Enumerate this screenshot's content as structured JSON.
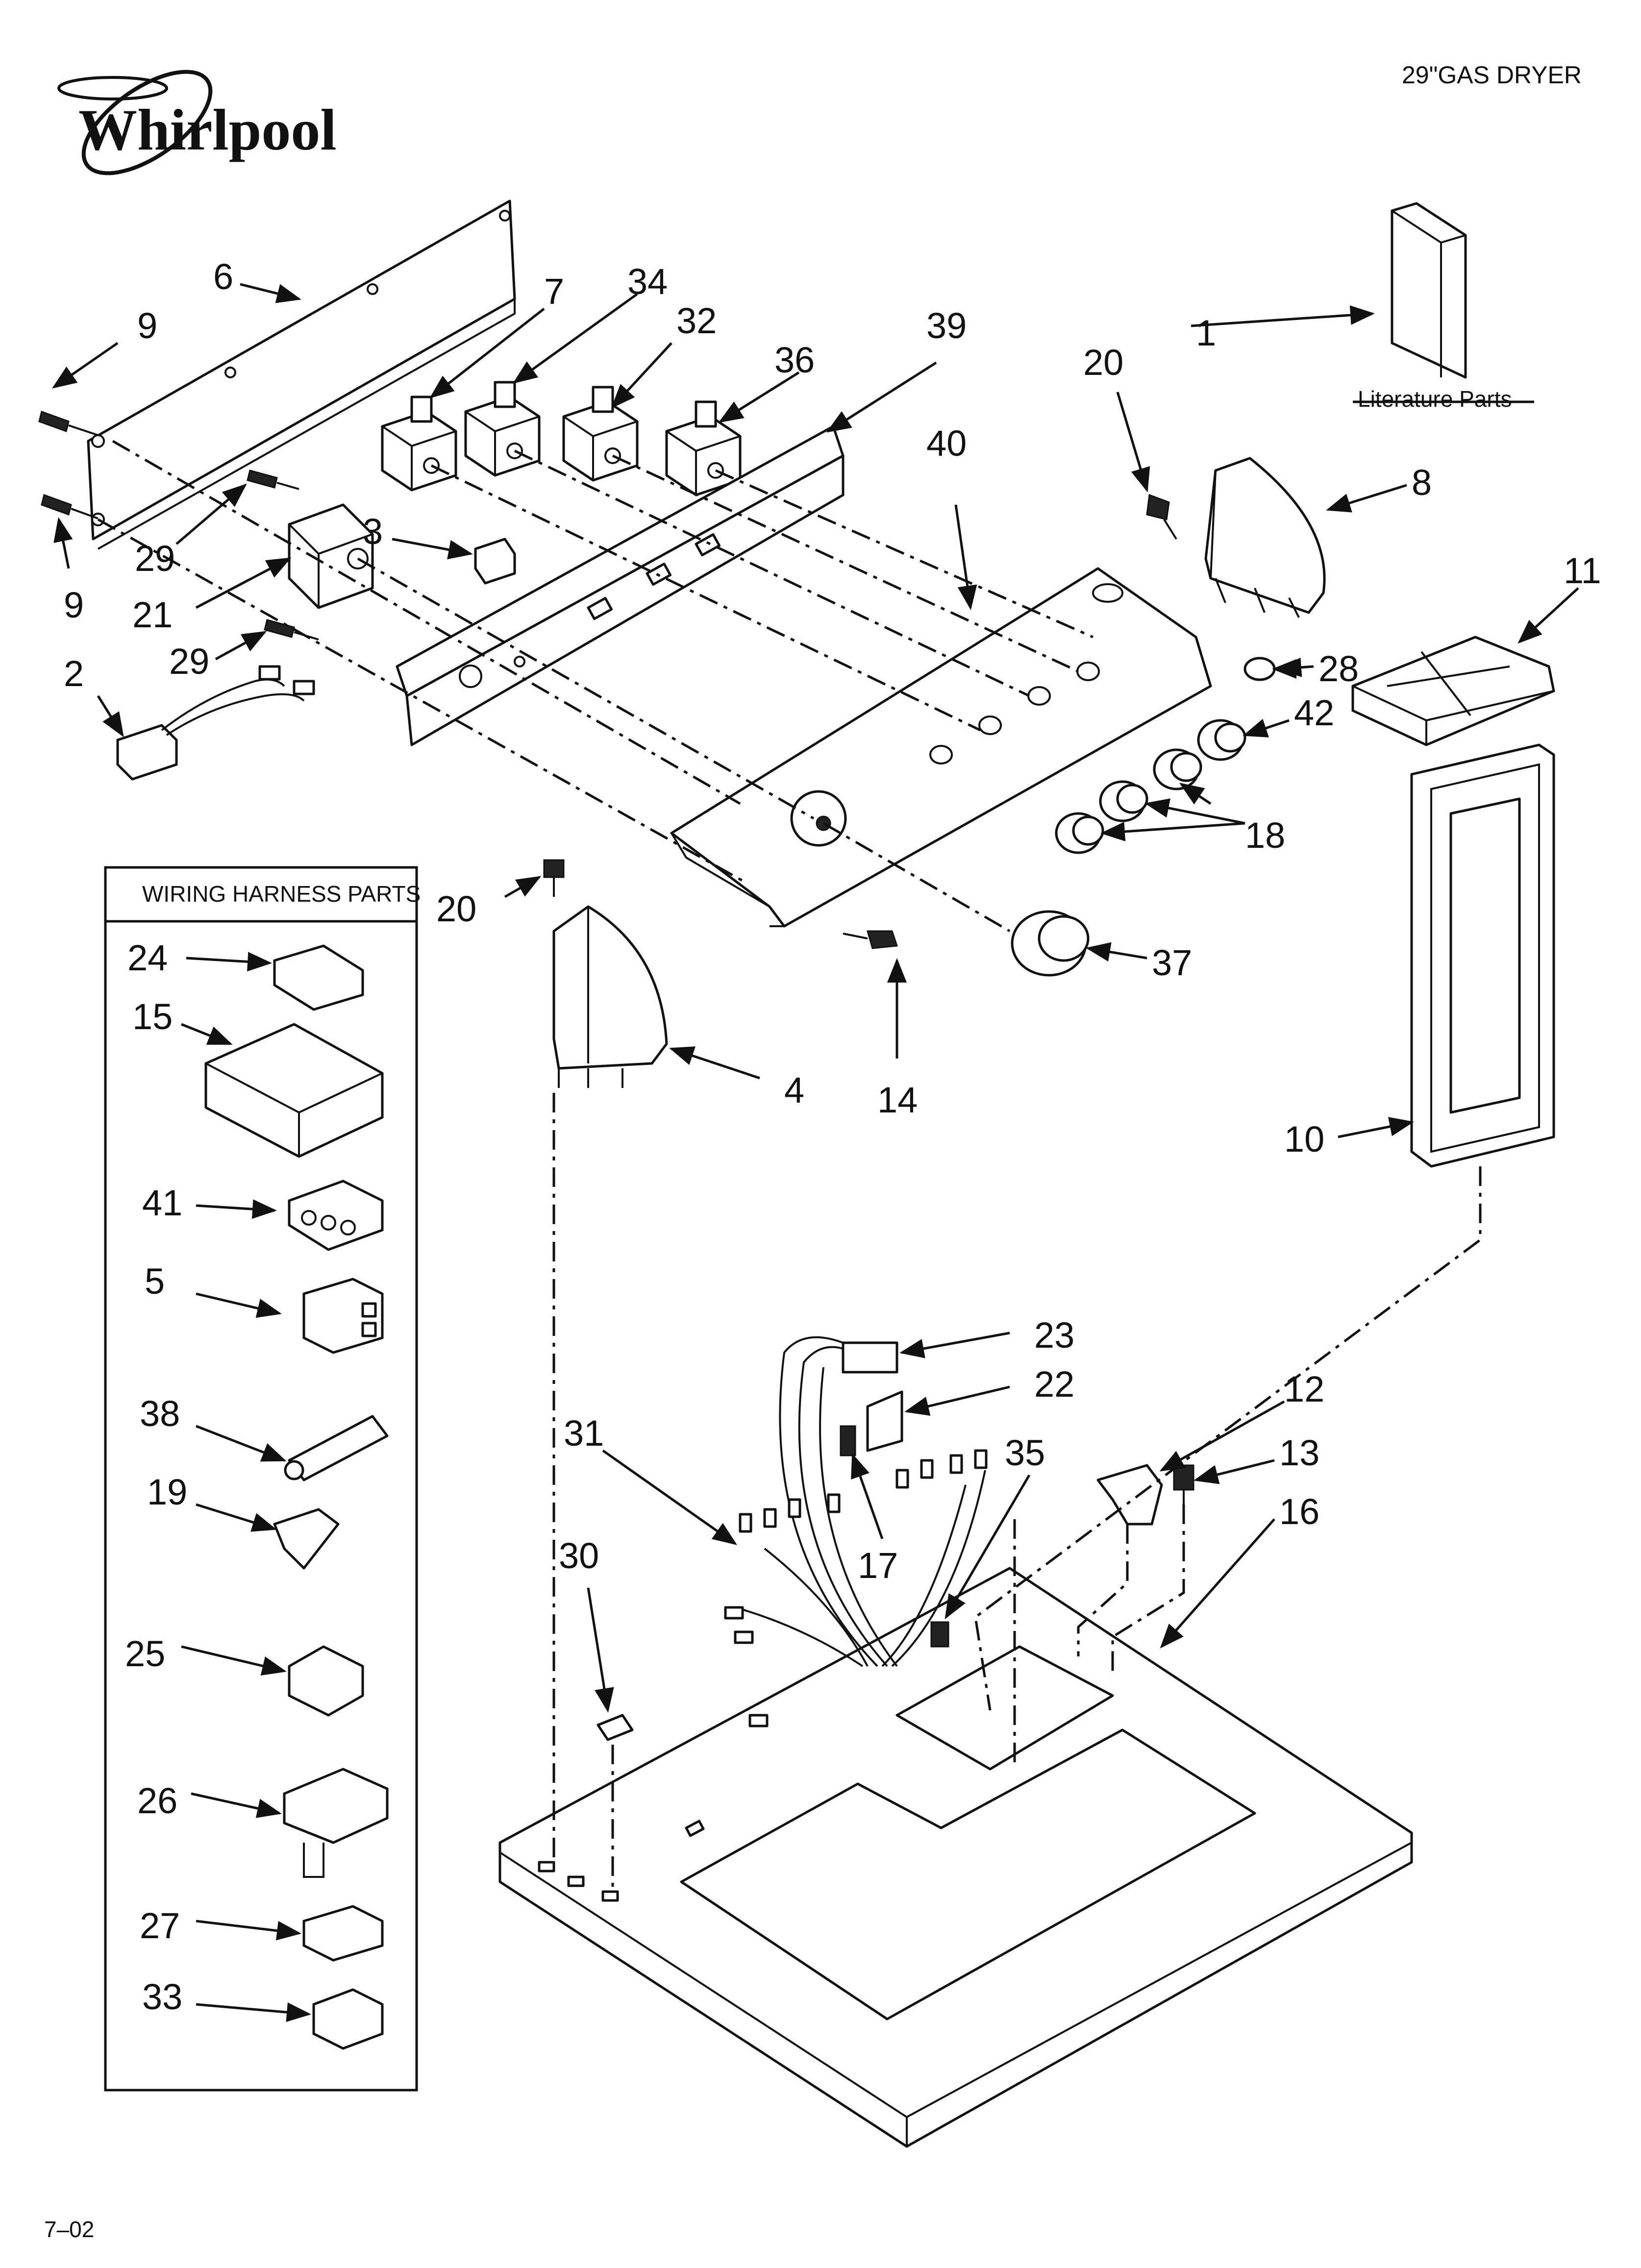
{
  "header": {
    "brand": "Whirlpool",
    "model_title": "29\"GAS DRYER"
  },
  "footer": {
    "date_code": "7–02"
  },
  "literature": {
    "label": "Literature Parts"
  },
  "wiring_panel": {
    "title": "WIRING HARNESS PARTS"
  },
  "callouts": {
    "c1": "1",
    "c2": "2",
    "c3": "3",
    "c4": "4",
    "c5": "5",
    "c6": "6",
    "c7": "7",
    "c8": "8",
    "c9a": "9",
    "c9b": "9",
    "c10": "10",
    "c11": "11",
    "c12": "12",
    "c13": "13",
    "c14": "14",
    "c15": "15",
    "c16": "16",
    "c17": "17",
    "c18": "18",
    "c19": "19",
    "c20a": "20",
    "c20b": "20",
    "c21": "21",
    "c22": "22",
    "c23": "23",
    "c24": "24",
    "c25": "25",
    "c26": "26",
    "c27": "27",
    "c28": "28",
    "c29a": "29",
    "c29b": "29",
    "c30": "30",
    "c31": "31",
    "c32": "32",
    "c33": "33",
    "c34": "34",
    "c35": "35",
    "c36": "36",
    "c37": "37",
    "c38": "38",
    "c39": "39",
    "c40": "40",
    "c41": "41",
    "c42": "42"
  },
  "colors": {
    "ink": "#111111",
    "paper": "#ffffff"
  }
}
